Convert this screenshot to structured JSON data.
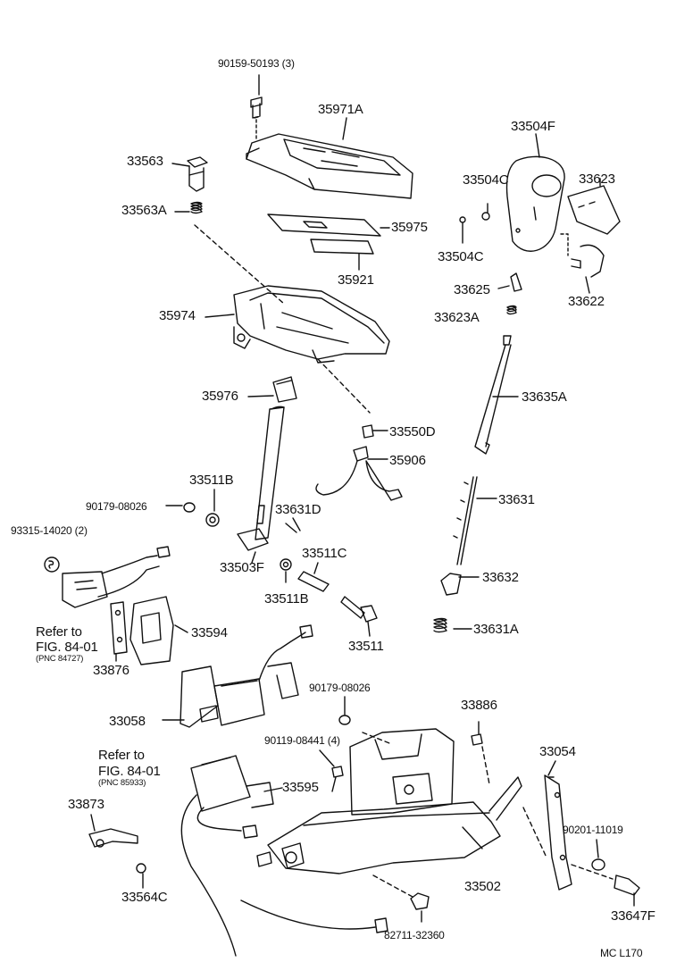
{
  "labels": {
    "p90159": "90159-50193 (3)",
    "p35971A": "35971A",
    "p33563": "33563",
    "p33563A": "33563A",
    "p35975": "35975",
    "p35921": "35921",
    "p35974": "35974",
    "p35976": "35976",
    "p33504F": "33504F",
    "p33504C_top": "33504C",
    "p33504C_bot": "33504C",
    "p33623": "33623",
    "p33625": "33625",
    "p33622": "33622",
    "p33623A": "33623A",
    "p33635A": "33635A",
    "p33550D": "33550D",
    "p35906": "35906",
    "p33511B_top": "33511B",
    "p90179_top": "90179-08026",
    "p33631D": "33631D",
    "p33631": "33631",
    "p93315": "93315-14020 (2)",
    "p33503F": "33503F",
    "p33511C": "33511C",
    "p33511B_bot": "33511B",
    "p33632": "33632",
    "p33631A": "33631A",
    "p33594": "33594",
    "p33511": "33511",
    "p33876": "33876",
    "p90179_mid": "90179-08026",
    "p33886": "33886",
    "p33058": "33058",
    "p90119": "90119-08441 (4)",
    "p33054": "33054",
    "p33595": "33595",
    "p33873": "33873",
    "p90201": "90201-11019",
    "p33502": "33502",
    "p33564C": "33564C",
    "p33647F": "33647F",
    "p82711": "82711-32360",
    "ref1_line1": "Refer to",
    "ref1_line2": "FIG. 84-01",
    "ref1_line3": "(PNC 84727)",
    "ref2_line1": "Refer to",
    "ref2_line2": "FIG. 84-01",
    "ref2_line3": "(PNC 85933)",
    "corner_code": "MC  L170"
  }
}
